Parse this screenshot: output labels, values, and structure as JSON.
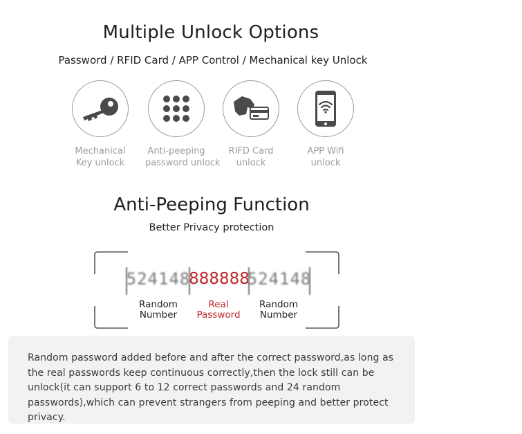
{
  "section1": {
    "title": "Multiple Unlock Options",
    "subtitle": "Password / RFID Card / APP Control / Mechanical key Unlock",
    "options": [
      {
        "icon": "key-icon",
        "line1": "Mechanical",
        "line2": "Key unlock"
      },
      {
        "icon": "keypad-icon",
        "line1": "Anti-peeping",
        "line2": "password unlock"
      },
      {
        "icon": "rfid-card-icon",
        "line1": "RIFD Card",
        "line2": "unlock"
      },
      {
        "icon": "smartphone-wifi-icon",
        "line1": "APP Wifi",
        "line2": "unlock"
      }
    ]
  },
  "section2": {
    "title": "Anti-Peeping Function",
    "subtitle": "Better Privacy protection",
    "random_left": "524148",
    "real": "888888",
    "random_right": "524148",
    "cap_left": [
      "Random",
      "Number"
    ],
    "cap_mid": [
      "Real",
      "Password"
    ],
    "cap_right": [
      "Random",
      "Number"
    ],
    "accent_color": "#c0252a"
  },
  "description": "Random password added before and after the correct password,as long as the real passwords keep continuous correctly,then the lock still can be unlock(it can support 6 to 12 correct passwords and 24 random passwords),which can prevent strangers from peeping and better protect privacy."
}
